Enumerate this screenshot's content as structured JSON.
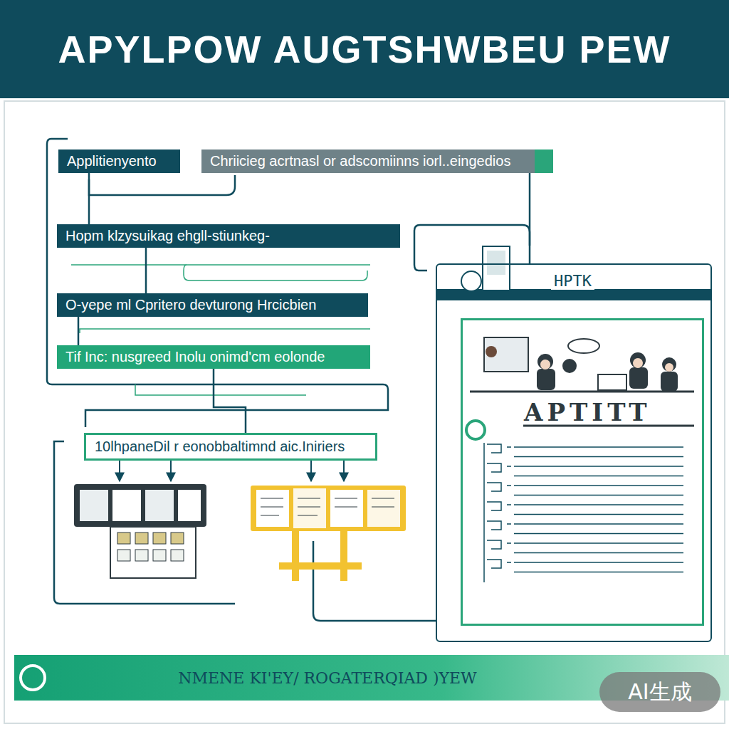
{
  "diagram": {
    "title": "APYLPOW AUGTSHWBEU PEW",
    "caption": "NMENE KI'EY/ ROGATERQIAD )YEW",
    "nodes": [
      {
        "text": [
          "Applitienyento"
        ]
      },
      {
        "text": [
          "Chriicieg acrtnasl or adscomiinns iorl..eingedios"
        ]
      },
      {
        "text": [
          "Hopm klzysuikag ehgll-stiunkeg-"
        ]
      },
      {
        "text": [
          "O-yepe ml Cpritero devturong Hrcicbien"
        ]
      },
      {
        "text": [
          "Tif Inc: nusgreed Inolu onimd'cm eolonde"
        ]
      },
      {
        "text": [
          "10lhpaneDil r eonobbaltimnd aic.Iniriers"
        ]
      },
      {
        "text": [
          "HPTK"
        ]
      },
      {
        "text": [
          "APTITT"
        ],
        "in": 6
      }
    ],
    "edges": [
      {
        "from": 0,
        "to": 2,
        "arrow": "none"
      },
      {
        "from": 2,
        "to": 3,
        "arrow": "none"
      },
      {
        "from": 3,
        "to": 4,
        "arrow": "none"
      },
      {
        "from": 4,
        "to": 5,
        "arrow": "none"
      },
      {
        "from": 1,
        "to": 6,
        "arrow": "none"
      }
    ],
    "labels": [
      "AI生成"
    ]
  }
}
